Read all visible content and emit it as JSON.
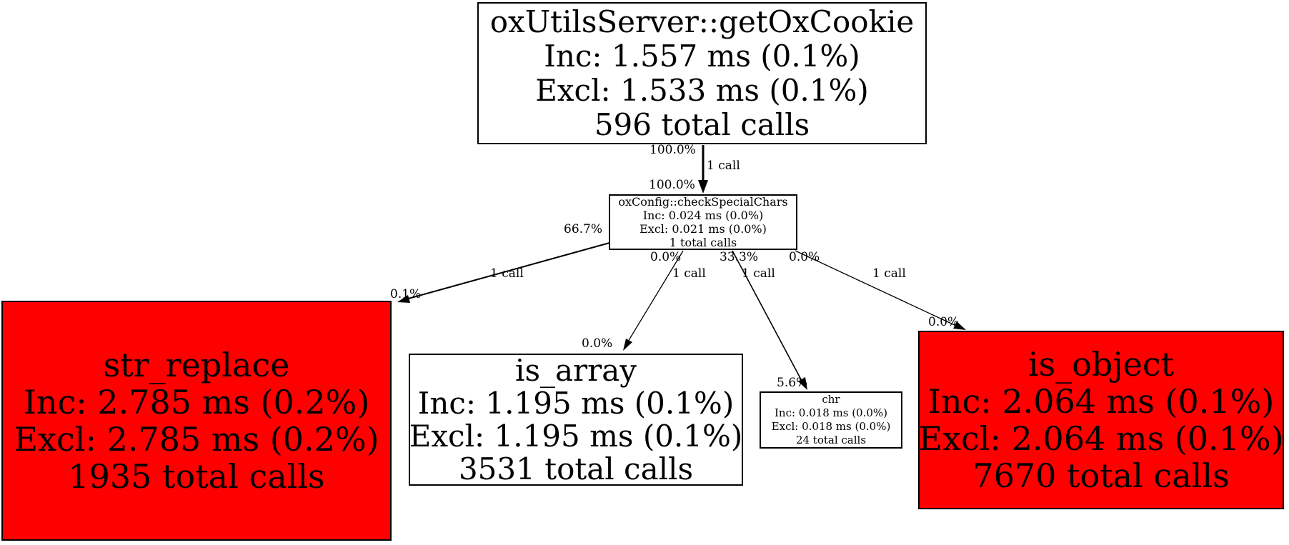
{
  "graph": {
    "type": "profiler-call-graph",
    "background": "#ffffff",
    "colors": {
      "hot_node_fill": "#ff0000",
      "normal_node_fill": "#ffffff",
      "node_border": "#000000",
      "edge": "#000000",
      "text": "#000000"
    },
    "nodes": [
      {
        "id": "oxUtilsServer::getOxCookie",
        "name": "oxUtilsServer::getOxCookie",
        "inc": "Inc: 1.557 ms (0.1%)",
        "excl": "Excl: 1.533 ms (0.1%)",
        "calls": "596 total calls",
        "fill": "#ffffff"
      },
      {
        "id": "oxConfig::checkSpecialChars",
        "name": "oxConfig::checkSpecialChars",
        "inc": "Inc: 0.024 ms (0.0%)",
        "excl": "Excl: 0.021 ms (0.0%)",
        "calls": "1 total calls",
        "fill": "#ffffff"
      },
      {
        "id": "str_replace",
        "name": "str_replace",
        "inc": "Inc: 2.785 ms (0.2%)",
        "excl": "Excl: 2.785 ms (0.2%)",
        "calls": "1935 total calls",
        "fill": "#ff0000"
      },
      {
        "id": "is_array",
        "name": "is_array",
        "inc": "Inc: 1.195 ms (0.1%)",
        "excl": "Excl: 1.195 ms (0.1%)",
        "calls": "3531 total calls",
        "fill": "#ffffff"
      },
      {
        "id": "chr",
        "name": "chr",
        "inc": "Inc: 0.018 ms (0.0%)",
        "excl": "Excl: 0.018 ms (0.0%)",
        "calls": "24 total calls",
        "fill": "#ffffff"
      },
      {
        "id": "is_object",
        "name": "is_object",
        "inc": "Inc: 2.064 ms (0.1%)",
        "excl": "Excl: 2.064 ms (0.1%)",
        "calls": "7670 total calls",
        "fill": "#ff0000"
      }
    ],
    "edges": [
      {
        "from": "oxUtilsServer::getOxCookie",
        "to": "oxConfig::checkSpecialChars",
        "tail_pct": "100.0%",
        "calls": "1 call",
        "head_pct": "100.0%"
      },
      {
        "from": "oxConfig::checkSpecialChars",
        "to": "str_replace",
        "tail_pct": "66.7%",
        "calls": "1 call",
        "head_pct": "0.1%"
      },
      {
        "from": "oxConfig::checkSpecialChars",
        "to": "is_array",
        "tail_pct": "0.0%",
        "calls": "1 call",
        "head_pct": "0.0%"
      },
      {
        "from": "oxConfig::checkSpecialChars",
        "to": "chr",
        "tail_pct": "33.3%",
        "calls": "1 call",
        "head_pct": "5.6%"
      },
      {
        "from": "oxConfig::checkSpecialChars",
        "to": "is_object",
        "tail_pct": "0.0%",
        "calls": "1 call",
        "head_pct": "0.0%"
      }
    ]
  }
}
